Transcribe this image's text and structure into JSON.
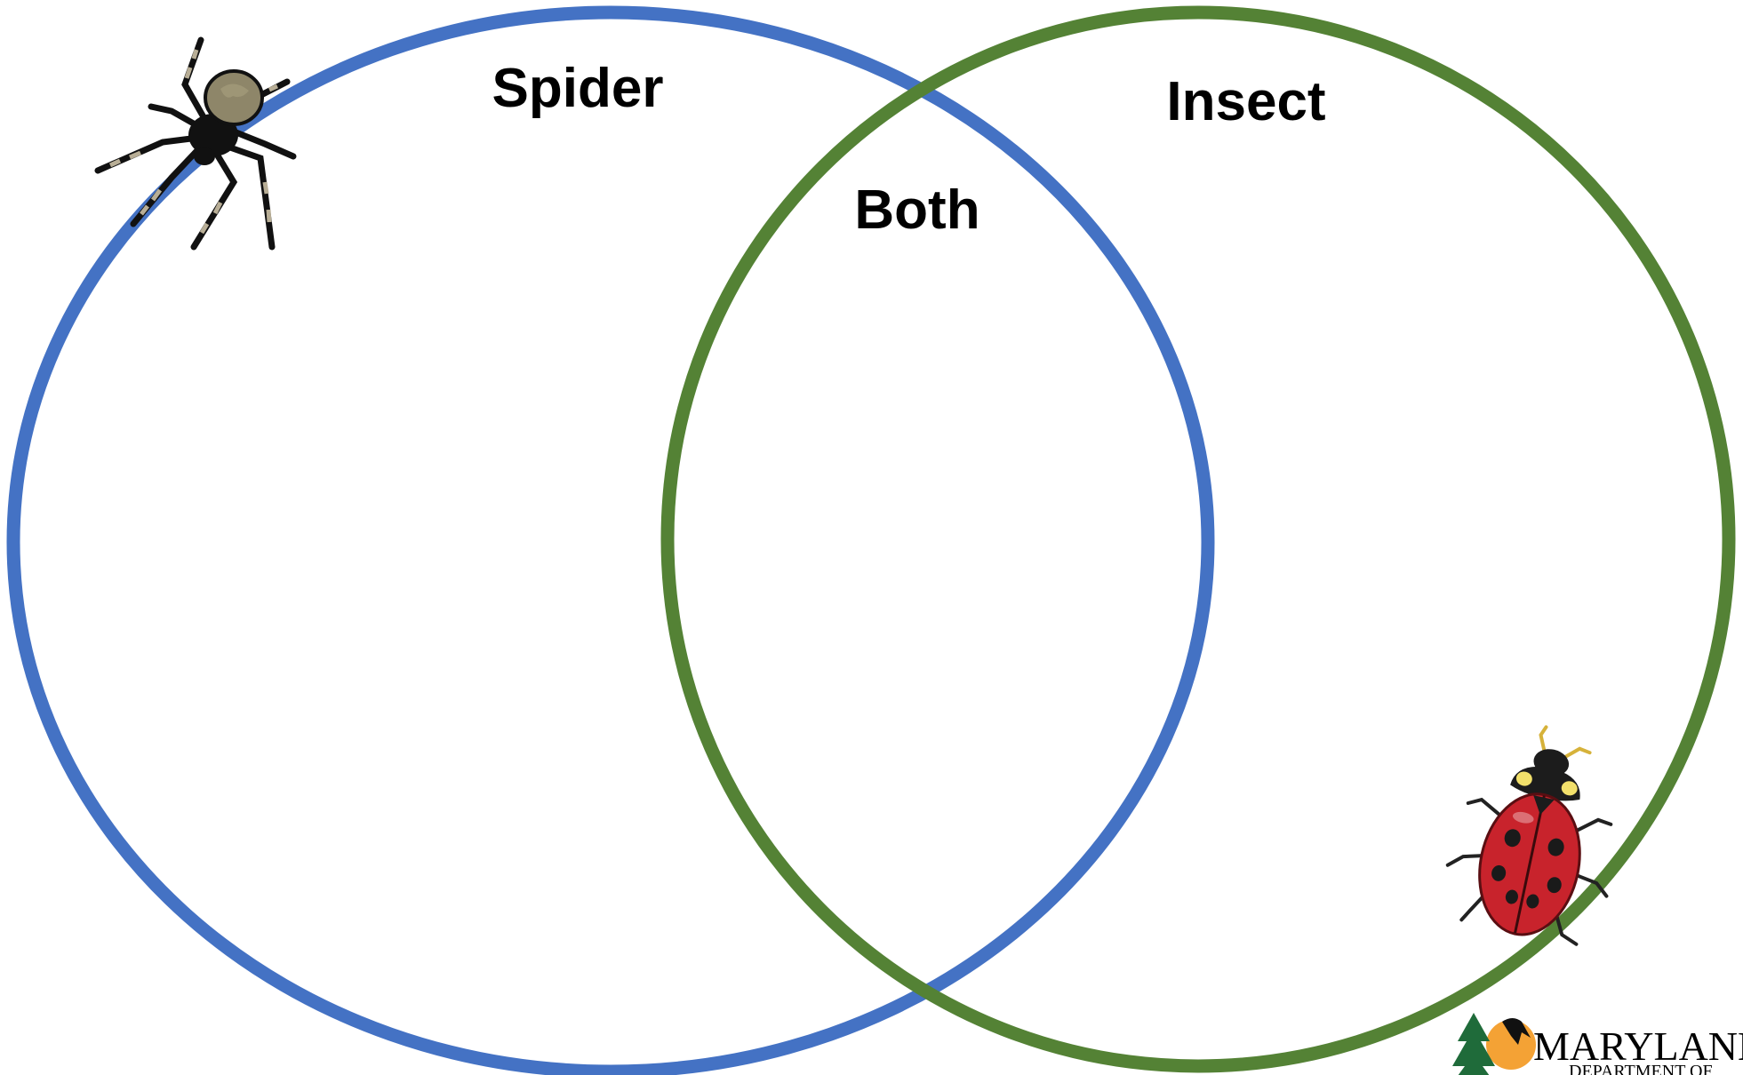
{
  "diagram": {
    "type": "venn",
    "sets": [
      {
        "id": "spider",
        "label": "Spider",
        "color": "#4472C4"
      },
      {
        "id": "insect",
        "label": "Insect",
        "color": "#548235"
      }
    ],
    "overlap_label": "Both",
    "illustrations": [
      {
        "icon": "spider-icon",
        "set": "spider"
      },
      {
        "icon": "ladybug-icon",
        "set": "insect"
      }
    ]
  },
  "logo": {
    "icon": "maryland-dnr-logo-icon",
    "line1": "MARYLAND",
    "line2": "DEPARTMENT OF",
    "accent_color": "#F4A235",
    "tree_color": "#1F6B3A"
  }
}
